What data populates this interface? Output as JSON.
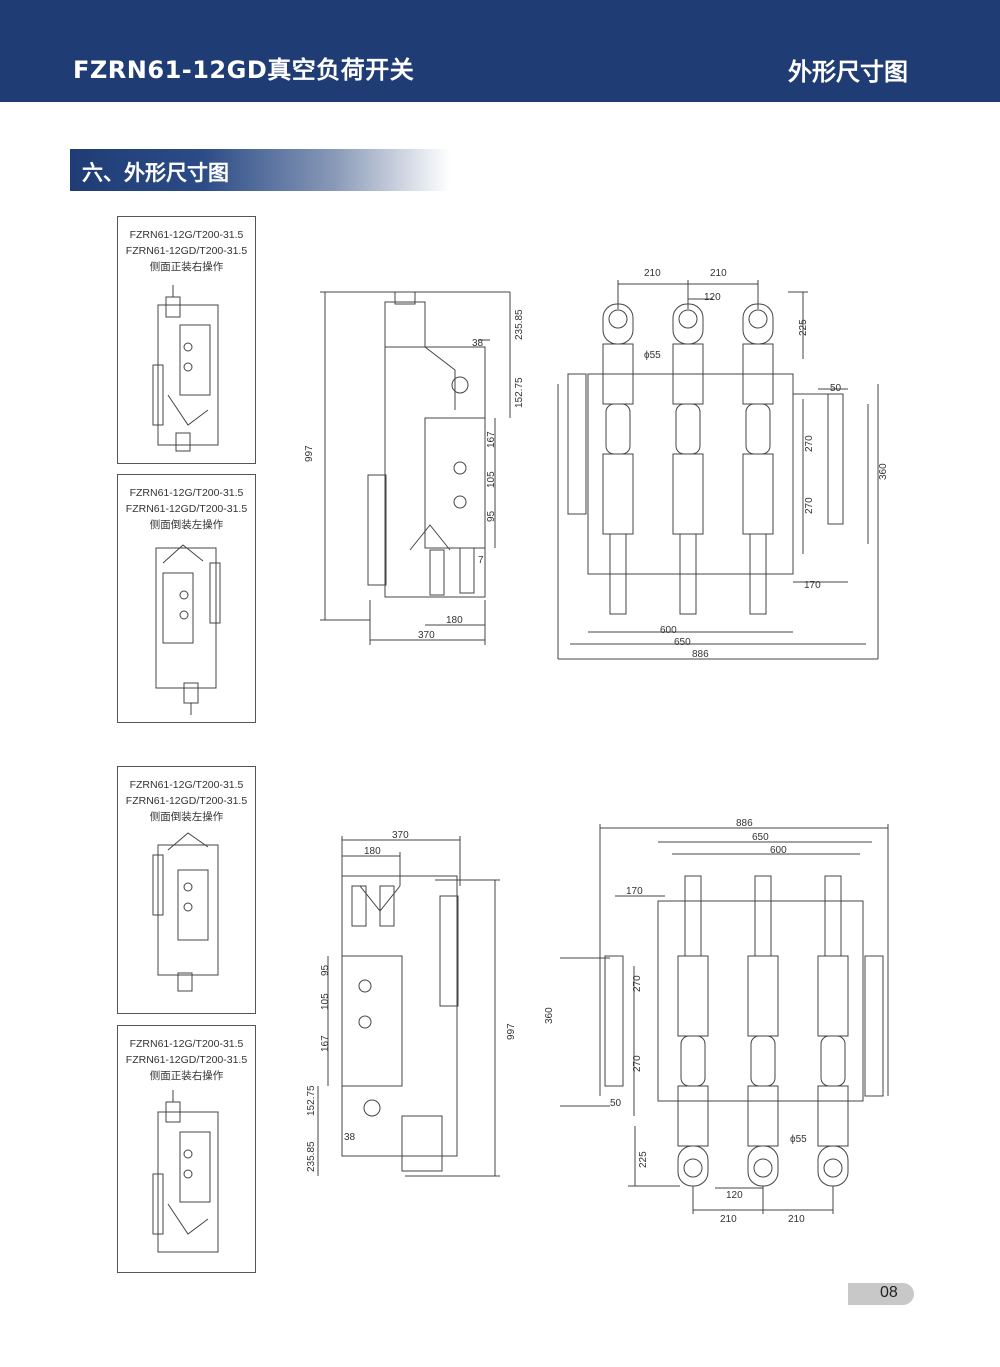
{
  "header": {
    "title": "FZRN61-12GD真空负荷开关",
    "right_title": "外形尺寸图"
  },
  "section": {
    "title": "六、外形尺寸图"
  },
  "thumbnails": [
    {
      "line1": "FZRN61-12G/T200-31.5",
      "line2": "FZRN61-12GD/T200-31.5",
      "line3": "侧面正装右操作"
    },
    {
      "line1": "FZRN61-12G/T200-31.5",
      "line2": "FZRN61-12GD/T200-31.5",
      "line3": "侧面倒装左操作"
    },
    {
      "line1": "FZRN61-12G/T200-31.5",
      "line2": "FZRN61-12GD/T200-31.5",
      "line3": "侧面倒装左操作"
    },
    {
      "line1": "FZRN61-12G/T200-31.5",
      "line2": "FZRN61-12GD/T200-31.5",
      "line3": "侧面正装右操作"
    }
  ],
  "drawing_top_side": {
    "d997": "997",
    "d235_85": "235.85",
    "d152_75": "152.75",
    "d38": "38",
    "d167": "167",
    "d105": "105",
    "d95": "95",
    "d7": "7",
    "d180": "180",
    "d370": "370"
  },
  "drawing_top_front": {
    "d210a": "210",
    "d210b": "210",
    "d120": "120",
    "d225": "225",
    "d55": "ϕ55",
    "d50": "50",
    "d270a": "270",
    "d270b": "270",
    "d360": "360",
    "d170": "170",
    "d600": "600",
    "d650": "650",
    "d886": "886"
  },
  "drawing_bottom_side": {
    "d370": "370",
    "d180": "180",
    "d95": "95",
    "d105": "105",
    "d167": "167",
    "d152_75": "152.75",
    "d38": "38",
    "d235_85": "235.85",
    "d997": "997"
  },
  "drawing_bottom_front": {
    "d886": "886",
    "d650": "650",
    "d600": "600",
    "d170": "170",
    "d360": "360",
    "d270a": "270",
    "d270b": "270",
    "d50": "50",
    "d225": "225",
    "d120": "120",
    "d210a": "210",
    "d210b": "210",
    "d55": "ϕ55"
  },
  "page": {
    "number": "08"
  }
}
